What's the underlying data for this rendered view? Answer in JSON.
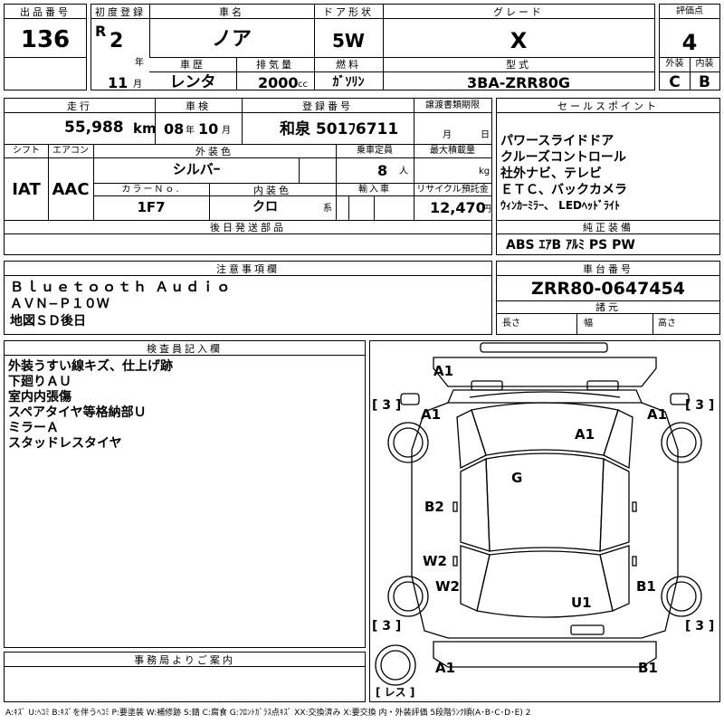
{
  "lot": {
    "label": "出品番号",
    "value": "136"
  },
  "first_reg": {
    "label": "初度登録",
    "era": "R",
    "year": "2",
    "year_unit": "年",
    "month": "11",
    "month_unit": "月"
  },
  "car_name": {
    "label": "車名",
    "value": "ノア"
  },
  "door": {
    "label": "ドア形状",
    "value": "5W"
  },
  "grade": {
    "label": "グレード",
    "value": "X"
  },
  "score": {
    "label": "評価点",
    "value": "4",
    "ext_label": "外装",
    "int_label": "内装",
    "ext_value": "C",
    "int_value": "B"
  },
  "history": {
    "label": "車歴",
    "value": "レンタ"
  },
  "displacement": {
    "label": "排気量",
    "value": "2000",
    "unit": "cc"
  },
  "fuel": {
    "label": "燃料",
    "value": "ｶﾞｿﾘﾝ"
  },
  "model": {
    "label": "型式",
    "value": "3BA-ZRR80G"
  },
  "mileage": {
    "label": "走行",
    "value": "55,988",
    "unit": "km"
  },
  "inspection": {
    "label": "車検",
    "year": "08",
    "year_unit": "年",
    "month": "10",
    "month_unit": "月"
  },
  "plate": {
    "label": "登録番号",
    "value": "和泉 501ﾌ6711"
  },
  "transfer": {
    "label": "譲渡書類期限",
    "month_unit": "月",
    "day_unit": "日"
  },
  "sales_points": {
    "label": "セールスポイント",
    "lines": [
      "パワースライドドア",
      "クルーズコントロール",
      "社外ナビ、テレビ",
      "ＥＴＣ、バックカメラ",
      "ｳｨﾝｶｰﾐﾗｰ、 LEDﾍｯﾄﾞﾗｲﾄ"
    ]
  },
  "shift": {
    "label": "シフト",
    "value": "IAT"
  },
  "aircon": {
    "label": "エアコン",
    "value": "AAC"
  },
  "ext_color": {
    "label": "外装色",
    "value": "シルバｰ"
  },
  "capacity": {
    "label": "乗車定員",
    "value": "8",
    "unit": "人"
  },
  "max_load": {
    "label": "最大積載量",
    "unit": "kg"
  },
  "color_no": {
    "label": "カラーＮｏ.",
    "value": "1F7"
  },
  "int_color": {
    "label": "内装色",
    "value": "クロ",
    "unit": "系"
  },
  "import": {
    "label": "輸入車"
  },
  "recycle": {
    "label": "リサイクル預託金",
    "value": "12,470",
    "unit": "円"
  },
  "later_parts": {
    "label": "後日発送部品"
  },
  "genuine": {
    "label": "純正装備",
    "value": "ABS ｴｱB ｱﾙﾐ PS PW"
  },
  "notes": {
    "label": "注意事項欄",
    "lines": [
      "Ｂｌｕｅｔｏｏｔｈ Ａｕｄｉｏ",
      "ＡＶＮ−Ｐ１０Ｗ",
      "地図ＳＤ後日"
    ]
  },
  "chassis": {
    "label": "車台番号",
    "value": "ZRR80-0647454"
  },
  "specs": {
    "label": "諸元",
    "length": "長さ",
    "width": "幅",
    "height": "高さ"
  },
  "inspector": {
    "label": "検査員記入欄",
    "lines": [
      "外装うすい線キズ、仕上げ跡",
      "下廻りＡＵ",
      "室内内張傷",
      "スペアタイヤ等格納部Ｕ",
      "ミラーＡ",
      "スタッドレスタイヤ"
    ]
  },
  "office": {
    "label": "事務局よりご案内"
  },
  "legend": "A:ｷｽﾞ U:ﾍｺﾐ B:ｷｽﾞを伴うﾍｺﾐ P:要塗装 W:補修跡 S:錆 C:腐食 G:ﾌﾛﾝﾄｶﾞﾗｽ点ｷｽﾞ XX:交換済み X:要交換  内・外装評価 5段階ﾗﾝｸ順(A･B･C･D･E) 2",
  "diagram": {
    "marks": [
      "A1",
      "A1",
      "A1",
      "A1",
      "G",
      "B2",
      "W2",
      "W2",
      "B1",
      "U1",
      "A1",
      "B1"
    ],
    "tire_fl": "[ 3 ]",
    "tire_fr": "[ 3 ]",
    "tire_rl": "[ 3 ]",
    "tire_rr": "[ 3 ]",
    "spare": "[ レス ]"
  }
}
